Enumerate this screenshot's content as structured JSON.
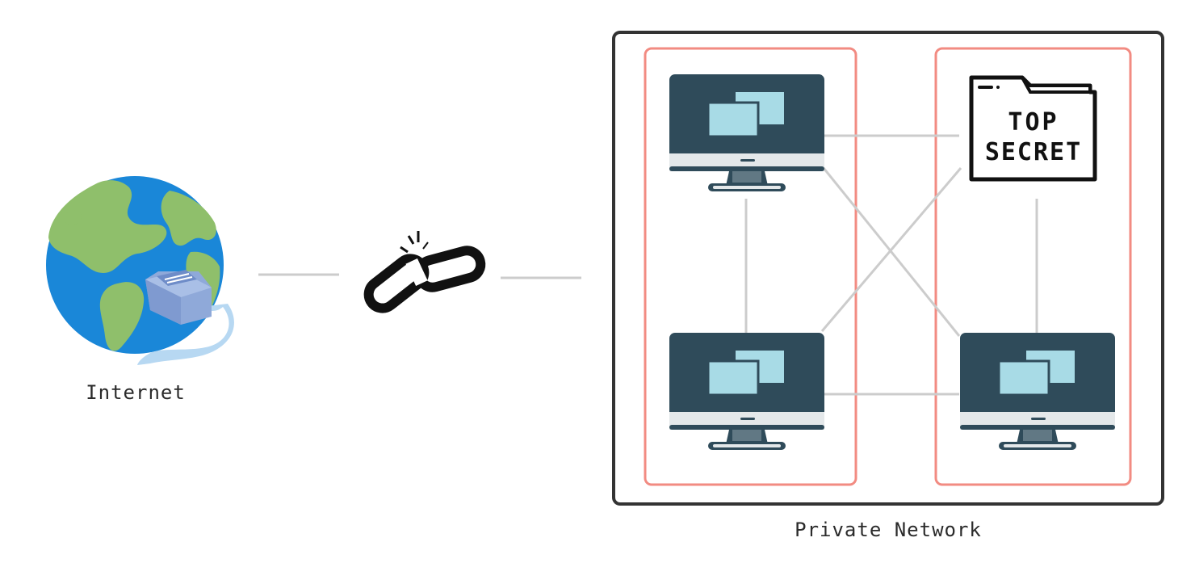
{
  "internet": {
    "label": "Internet"
  },
  "broken_link": {
    "icon": "broken-link-icon"
  },
  "private_network": {
    "label": "Private Network",
    "segments": [
      {
        "name": "segment-left",
        "devices": [
          "computer",
          "computer"
        ]
      },
      {
        "name": "segment-right",
        "devices": [
          "top-secret-folder",
          "computer"
        ]
      }
    ]
  },
  "secret_folder": {
    "line1": "TOP",
    "line2": "SECRET"
  },
  "colors": {
    "connector": "#cccccc",
    "network_border": "#333333",
    "segment_border": "#f28b82",
    "monitor_dark": "#2f4b5a",
    "monitor_screen_window": "#a8dbe6",
    "monitor_bezel": "#e4e8ea",
    "globe_ocean": "#1a87d8",
    "globe_land": "#8fbf6b"
  }
}
